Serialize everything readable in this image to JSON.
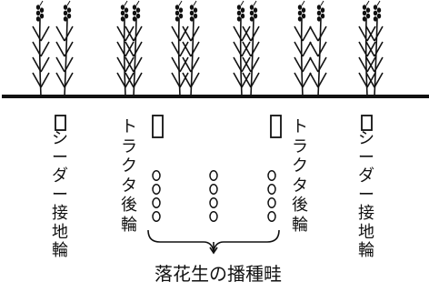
{
  "labels": {
    "seeder_wheel_left": "シーダー接地輪",
    "tractor_rear_wheel_left": "トラクタ後輪",
    "tractor_rear_wheel_right": "トラクタ後輪",
    "seeder_wheel_right": "シーダー接地輪",
    "caption": "落花生の播種畦"
  }
}
